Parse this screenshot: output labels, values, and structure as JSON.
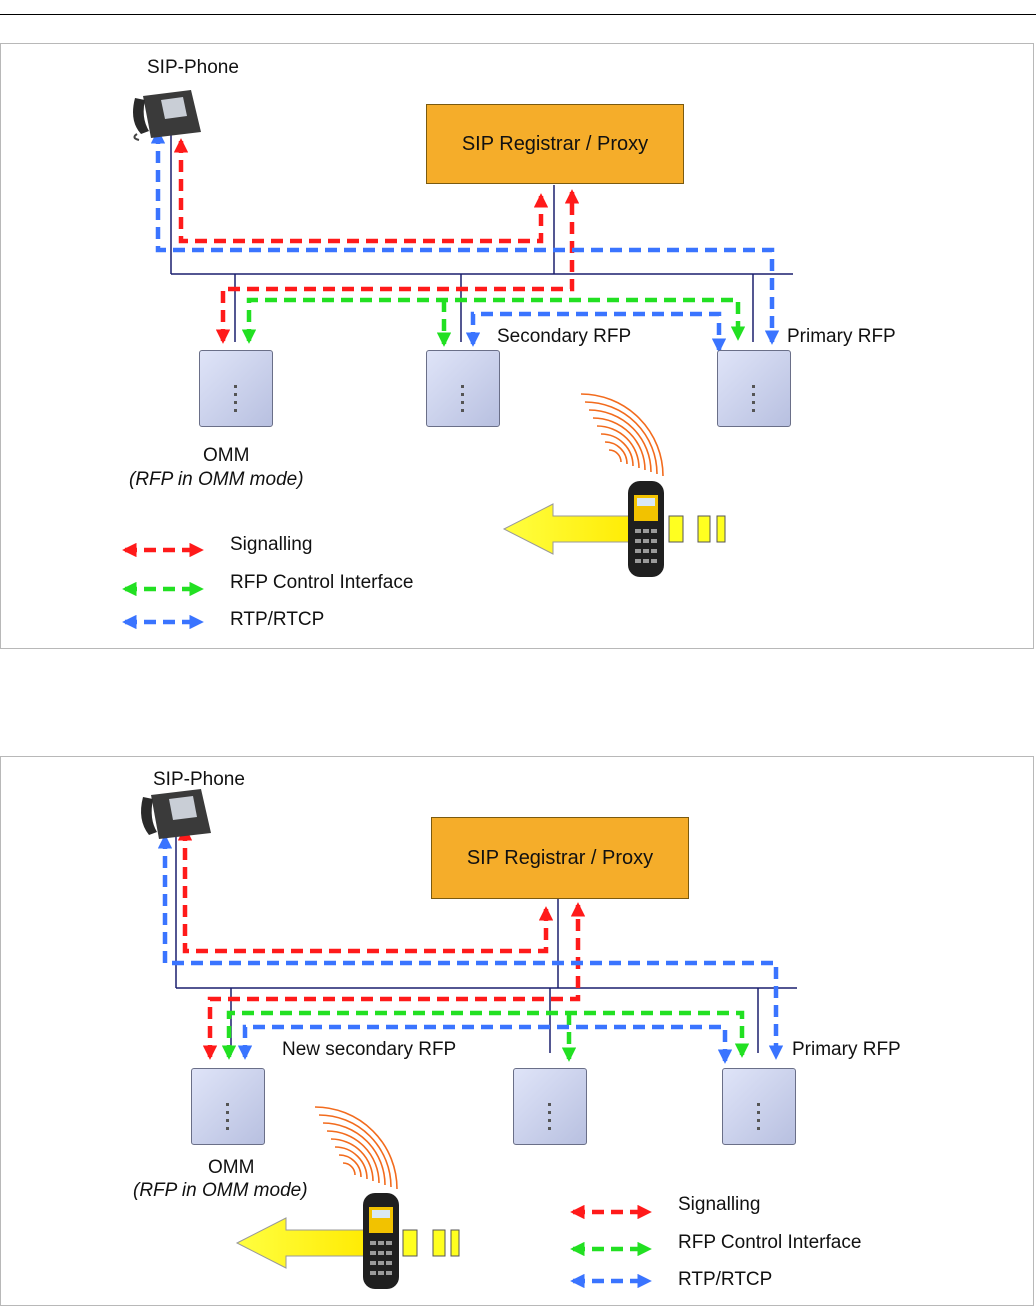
{
  "colors": {
    "signalling": "#ff1a1a",
    "control": "#22e022",
    "rtp": "#3a74ff",
    "proxy_fill": "#f5ad2a",
    "arrow_fill": "#ffff00"
  },
  "icons": [
    "desk-phone-icon",
    "handset-icon",
    "radio-waves-icon",
    "movement-arrow-icon",
    "rfp-device-icon"
  ],
  "diagram1": {
    "sip_phone": "SIP-Phone",
    "proxy": "SIP Registrar / Proxy",
    "secondary_rfp": "Secondary RFP",
    "primary_rfp": "Primary RFP",
    "omm": "OMM",
    "omm_mode": "(RFP in OMM mode)",
    "legend": {
      "signalling": "Signalling",
      "control": "RFP Control Interface",
      "rtp": "RTP/RTCP"
    }
  },
  "diagram2": {
    "sip_phone": "SIP-Phone",
    "proxy": "SIP Registrar / Proxy",
    "new_secondary_rfp": "New secondary RFP",
    "primary_rfp": "Primary RFP",
    "omm": "OMM",
    "omm_mode": "(RFP in OMM mode)",
    "legend": {
      "signalling": "Signalling",
      "control": "RFP Control Interface",
      "rtp": "RTP/RTCP"
    }
  }
}
